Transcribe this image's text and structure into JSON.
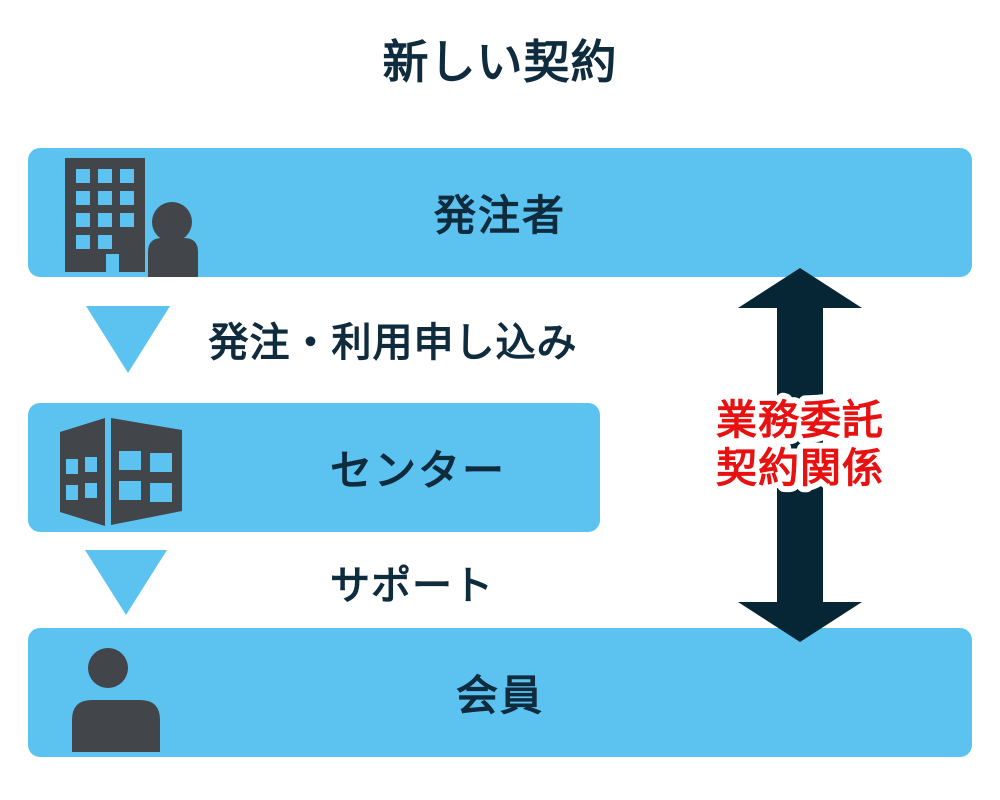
{
  "title": "新しい契約",
  "colors": {
    "blue": "#5cc3f1",
    "navy": "#0f2b3e",
    "arrow": "#062636",
    "red": "#e81111",
    "gray": "#424549",
    "white": "#ffffff"
  },
  "boxes": [
    {
      "label": "発注者",
      "icon": "building-person-icon"
    },
    {
      "label": "センター",
      "icon": "office-building-icon"
    },
    {
      "label": "会員",
      "icon": "person-icon"
    }
  ],
  "flows": [
    {
      "label": "発注・利用申し込み"
    },
    {
      "label": "サポート"
    }
  ],
  "relation": {
    "line1": "業務委託",
    "line2": "契約関係"
  }
}
